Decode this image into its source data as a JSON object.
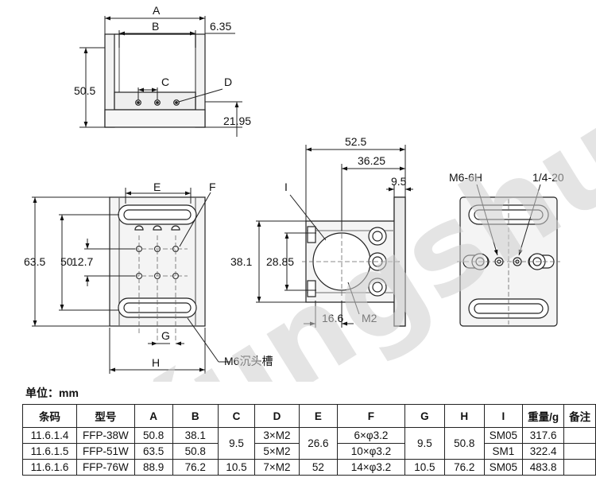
{
  "watermark": "Kungshu",
  "drawing_labels": {
    "A": "A",
    "B": "B",
    "dim_635": "6.35",
    "dim_505": "50.5",
    "C": "C",
    "D": "D",
    "dim_2195": "21.95",
    "E": "E",
    "F": "F",
    "dim_635b": "63.5",
    "dim_50": "50",
    "dim_127": "12.7",
    "G": "G",
    "H": "H",
    "m6_slot": "M6沉头槽",
    "dim_525": "52.5",
    "dim_3625": "36.25",
    "dim_95": "9.5",
    "I": "I",
    "dim_381": "38.1",
    "dim_2885": "28.85",
    "dim_166": "16.6",
    "M2": "M2",
    "m6_6h": "M6-6H",
    "quarter_20": "1/4-20"
  },
  "units_label": "单位：mm",
  "table": {
    "headers": [
      "条码",
      "型号",
      "A",
      "B",
      "C",
      "D",
      "E",
      "F",
      "G",
      "H",
      "I",
      "重量/g",
      "备注"
    ],
    "rows": [
      {
        "code": "11.6.1.4",
        "model": "FFP-38W",
        "A": "50.8",
        "B": "38.1",
        "C": "9.5",
        "D": "3×M2",
        "E": "26.6",
        "F": "6×φ3.2",
        "G": "9.5",
        "H": "50.8",
        "I": "SM05",
        "weight": "317.6",
        "note": ""
      },
      {
        "code": "11.6.1.5",
        "model": "FFP-51W",
        "A": "63.5",
        "B": "50.8",
        "D": "5×M2",
        "F": "10×φ3.2",
        "I": "SM1",
        "weight": "322.4",
        "note": ""
      },
      {
        "code": "11.6.1.6",
        "model": "FFP-76W",
        "A": "88.9",
        "B": "76.2",
        "C": "10.5",
        "D": "7×M2",
        "E": "52",
        "F": "14×φ3.2",
        "G": "10.5",
        "H": "76.2",
        "I": "SM05",
        "weight": "483.8",
        "note": ""
      }
    ]
  }
}
